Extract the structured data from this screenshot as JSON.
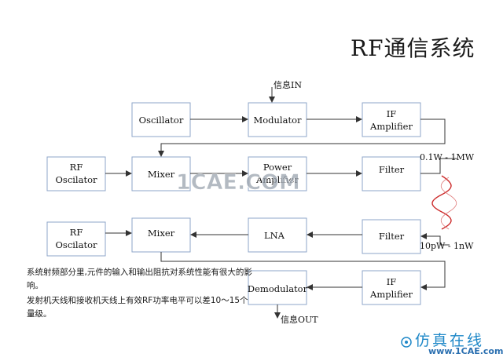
{
  "title": "RF通信系统",
  "blocks": {
    "oscillator": "Oscillator",
    "modulator": "Modulator",
    "if_amp_top_1": "IF",
    "if_amp_top_2": "Amplifier",
    "rf_osc_top_1": "RF",
    "rf_osc_top_2": "Oscilator",
    "mixer_top": "Mixer",
    "power_amp_1": "Power",
    "power_amp_2": "Amplifier",
    "filter_top": "Filter",
    "rf_osc_bot_1": "RF",
    "rf_osc_bot_2": "Oscilator",
    "mixer_bot": "Mixer",
    "lna": "LNA",
    "filter_bot": "Filter",
    "demodulator": "Demodulator",
    "if_amp_bot_1": "IF",
    "if_amp_bot_2": "Amplifier"
  },
  "signals": {
    "info_in": "信息IN",
    "info_out": "信息OUT",
    "tx_power": "0.1W - 1MW",
    "rx_power": "10pW - 1nW"
  },
  "notes": [
    "系统射频部分里,元件的输入和输出阻抗对系统性能有很大的影响。",
    "发射机天线和接收机天线上有效RF功率电平可以差10～15个量级。"
  ],
  "watermark": "1CAE.COM",
  "logo": {
    "text": "仿真在线",
    "url": "www.1CAE.com"
  },
  "colors": {
    "block_border": "#8ea5c8",
    "wave": "#cc2a2a",
    "logo": "#1f88c8",
    "watermark": "#9aa3ad"
  }
}
